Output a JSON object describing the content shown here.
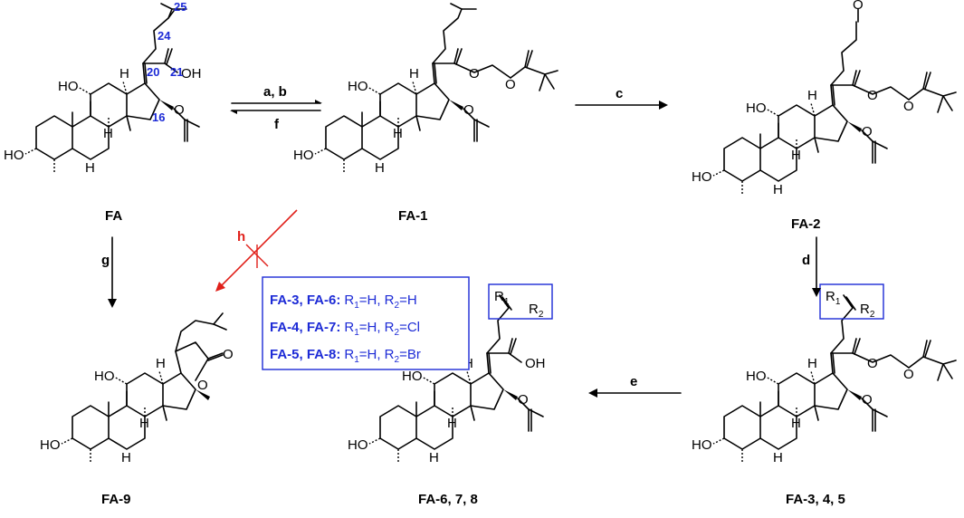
{
  "colors": {
    "number_blue": "#1d2bd6",
    "blocked_red": "#e0201a",
    "ink": "#000000",
    "legend_border": "#1d2bd6"
  },
  "compounds": {
    "fa": "FA",
    "fa1": "FA-1",
    "fa2": "FA-2",
    "fa345": "FA-3, 4, 5",
    "fa678": "FA-6, 7, 8",
    "fa9": "FA-9"
  },
  "reagents": {
    "ab": "a, b",
    "f": "f",
    "c": "c",
    "d": "d",
    "e": "e",
    "g": "g",
    "h": "h"
  },
  "atom_numbers": {
    "n25": "25",
    "n24": "24",
    "n20": "20",
    "n21": "21",
    "n16": "16"
  },
  "atoms": {
    "OH": "OH",
    "HO": "HO",
    "H": "H",
    "O": "O",
    "R": "R",
    "R1_sub": "1",
    "R2_sub": "2"
  },
  "legend": [
    {
      "name": "FA-3, FA-6:",
      "sub": "R",
      "rest1": "=H, R",
      "rest2": "=H"
    },
    {
      "name": "FA-4, FA-7:",
      "sub": "R",
      "rest1": "=H, R",
      "rest2": "=Cl"
    },
    {
      "name": "FA-5, FA-8:",
      "sub": "R",
      "rest1": "=H, R",
      "rest2": "=Br"
    }
  ]
}
